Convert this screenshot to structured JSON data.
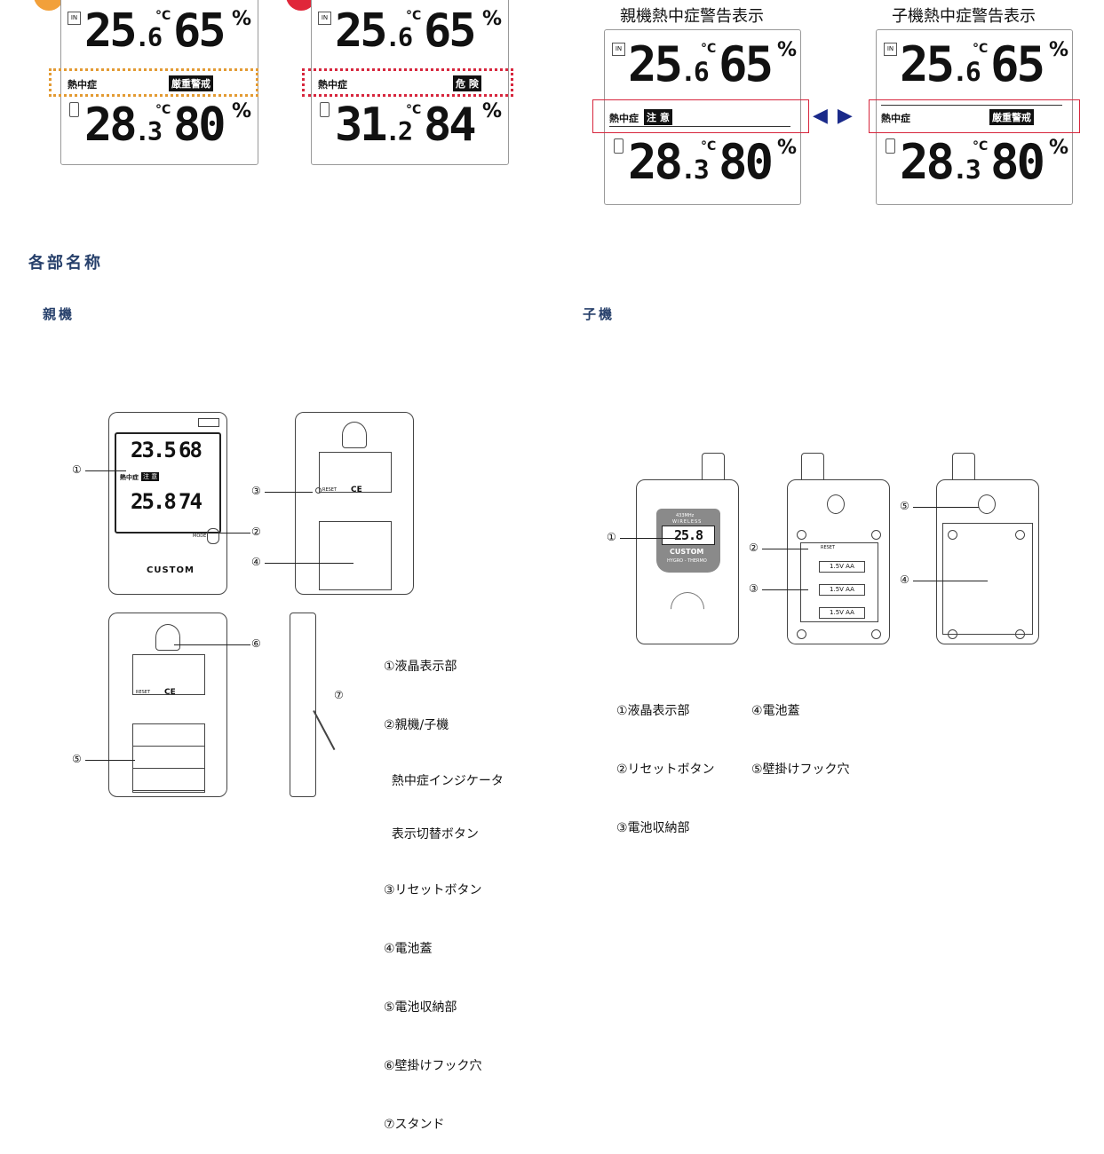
{
  "lcd_common": {
    "in_icon": "IN",
    "indoor_temp_main": "25",
    "indoor_temp_dec": ".6",
    "indoor_hum": "65",
    "unit_c": "°C",
    "unit_pct": "%",
    "heat_label": "熱中症"
  },
  "top_left_panel": {
    "badge": "厳重警戒",
    "outdoor_temp_main": "28",
    "outdoor_temp_dec": ".3",
    "outdoor_hum": "80"
  },
  "top_middle_panel": {
    "badge": "危 険",
    "outdoor_temp_main": "31",
    "outdoor_temp_dec": ".2",
    "outdoor_hum": "84"
  },
  "parent_panel": {
    "title": "親機熱中症警告表示",
    "badge": "注 意",
    "outdoor_temp_main": "28",
    "outdoor_temp_dec": ".3",
    "outdoor_hum": "80"
  },
  "child_panel": {
    "title": "子機熱中症警告表示",
    "badge": "厳重警戒",
    "outdoor_temp_main": "28",
    "outdoor_temp_dec": ".3",
    "outdoor_hum": "80"
  },
  "section_title": "各部名称",
  "parent_heading": "親機",
  "child_heading": "子機",
  "parent_device": {
    "front_in_temp": "23.5",
    "front_in_hum": "68",
    "front_out_temp": "25.8",
    "front_out_hum": "74",
    "front_heat_label": "熱中症",
    "front_badge": "注 意",
    "brand": "CUSTOM",
    "button_label": "MODE",
    "reset_label": "RESET",
    "ce_mark": "CE",
    "callouts": [
      "①",
      "②",
      "③",
      "④",
      "⑤",
      "⑥",
      "⑦"
    ],
    "legend": [
      "①液晶表示部",
      "②親機/子機",
      "  熱中症インジケータ",
      "  表示切替ボタン",
      "③リセットボタン",
      "④電池蓋",
      "⑤電池収納部",
      "⑥壁掛けフック穴",
      "⑦スタンド"
    ]
  },
  "child_device": {
    "freq": "433MHz",
    "wireless": "WIRELESS",
    "temp": "25.8",
    "brand": "CUSTOM",
    "sub": "HYGRO - THERMO",
    "battery_label": "1.5V AA",
    "reset_label": "RESET",
    "callouts": [
      "①",
      "②",
      "③",
      "④",
      "⑤"
    ],
    "legend_left": [
      "①液晶表示部",
      "②リセットボタン",
      "③電池収納部"
    ],
    "legend_right": [
      "④電池蓋",
      "⑤壁掛けフック穴"
    ]
  },
  "arrows": "◀ ▶",
  "colors": {
    "orange": "#e39a32",
    "red": "#d7263d",
    "navy": "#27406b",
    "arrow": "#1a2a8a"
  }
}
